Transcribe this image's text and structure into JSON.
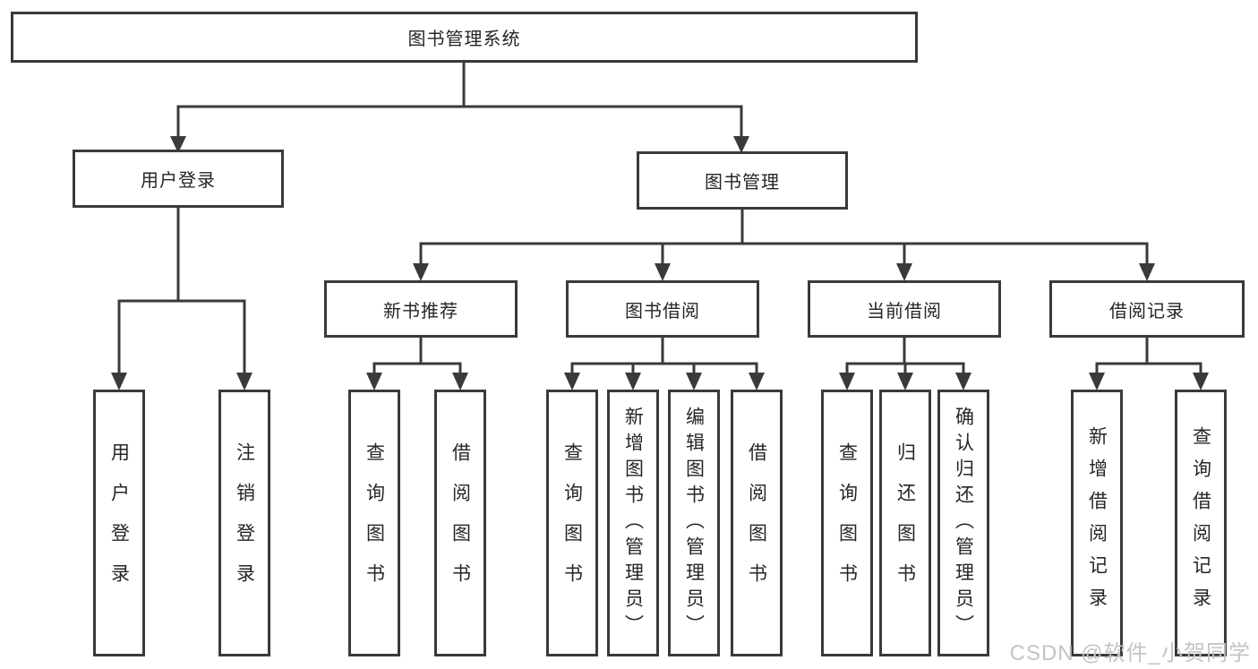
{
  "diagram": {
    "root": {
      "label": "图书管理系统"
    },
    "branches": [
      {
        "label": "用户登录",
        "leaves": [
          "用户登录",
          "注销登录"
        ]
      },
      {
        "label": "图书管理",
        "sections": [
          {
            "label": "新书推荐",
            "leaves": [
              "查询图书",
              "借阅图书"
            ]
          },
          {
            "label": "图书借阅",
            "leaves": [
              "查询图书",
              "新增图书（管理员）",
              "编辑图书（管理员）",
              "借阅图书"
            ]
          },
          {
            "label": "当前借阅",
            "leaves": [
              "查询图书",
              "归还图书",
              "确认归还（管理员）"
            ]
          },
          {
            "label": "借阅记录",
            "leaves": [
              "新增借阅记录",
              "查询借阅记录"
            ]
          }
        ]
      }
    ]
  },
  "watermark": {
    "text": "CSDN @软件_小贺同学"
  },
  "colors": {
    "line": "#3a3a3a",
    "box_border": "#3a3a3a",
    "box_background": "#ffffff",
    "text": "#262626",
    "watermark": "#c4c4c4",
    "page_background": "#ffffff"
  }
}
